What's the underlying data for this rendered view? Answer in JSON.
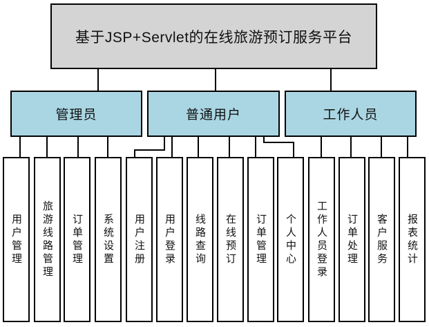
{
  "diagram": {
    "title": "基于JSP+Servlet的在线旅游预订服务平台",
    "colors": {
      "root_fill": "#d4d4d4",
      "group_fill": "#aad6e3",
      "leaf_fill": "#ffffff",
      "line_color": "#000000"
    },
    "groups": [
      {
        "label": "管理员"
      },
      {
        "label": "普通用户"
      },
      {
        "label": "工作人员"
      }
    ],
    "leaves": [
      {
        "label": "用户管理",
        "group": "管理员"
      },
      {
        "label": "旅游线路管理",
        "group": "管理员"
      },
      {
        "label": "订单管理",
        "group": "管理员"
      },
      {
        "label": "系统设置",
        "group": "管理员"
      },
      {
        "label": "用户注册",
        "group": "普通用户"
      },
      {
        "label": "用户登录",
        "group": "普通用户"
      },
      {
        "label": "线路查询",
        "group": "普通用户"
      },
      {
        "label": "在线预订",
        "group": "普通用户"
      },
      {
        "label": "订单管理",
        "group": "普通用户"
      },
      {
        "label": "个人中心",
        "group": "普通用户"
      },
      {
        "label": "工作人员登录",
        "group": "工作人员"
      },
      {
        "label": "订单处理",
        "group": "工作人员"
      },
      {
        "label": "客户服务",
        "group": "工作人员"
      },
      {
        "label": "报表统计",
        "group": "工作人员"
      }
    ]
  }
}
